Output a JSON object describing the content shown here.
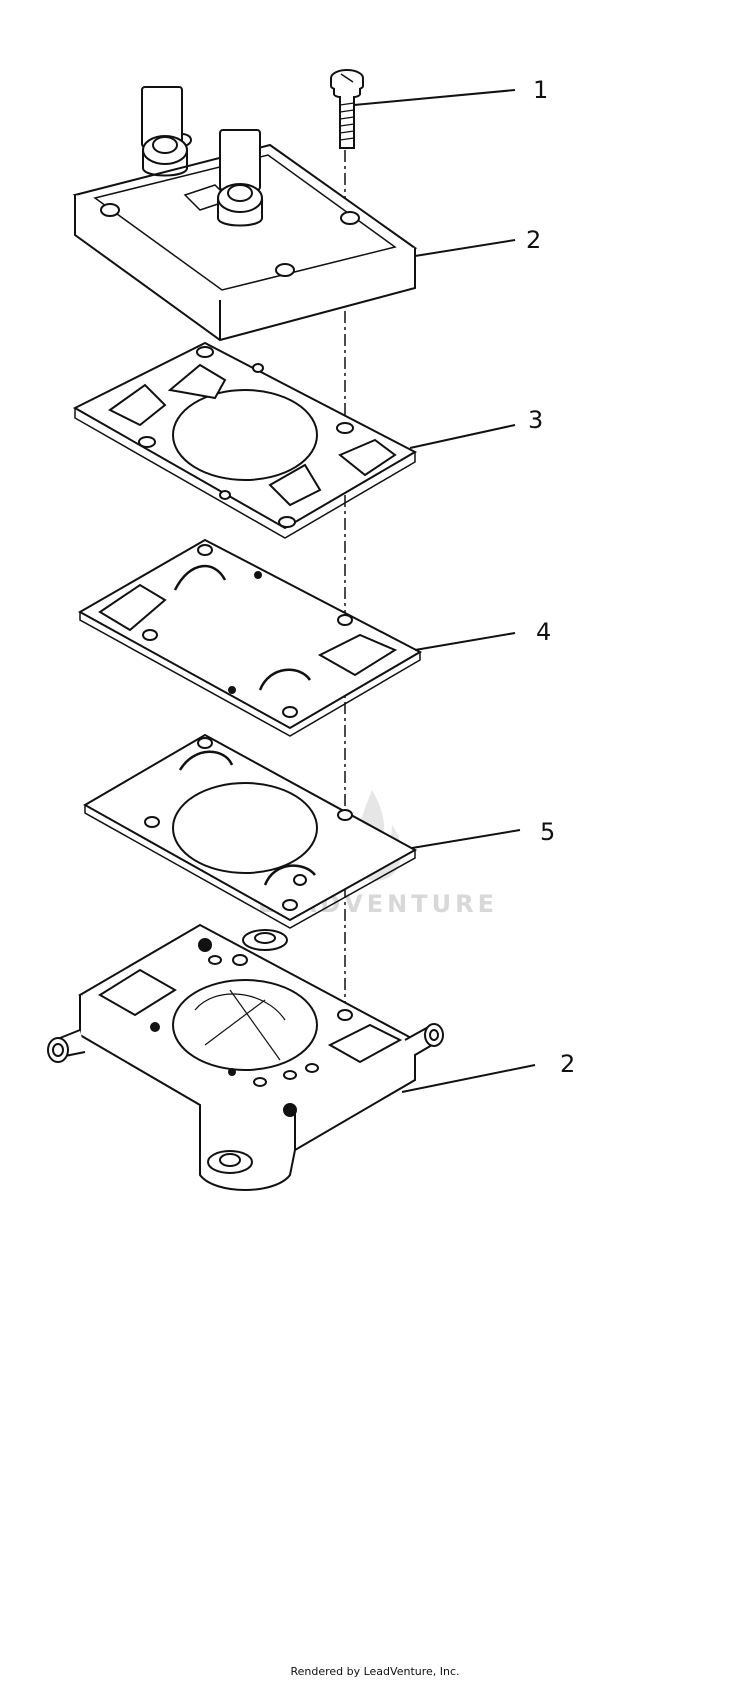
{
  "callouts": [
    {
      "id": "callout-1",
      "label": "1"
    },
    {
      "id": "callout-2-top",
      "label": "2"
    },
    {
      "id": "callout-3",
      "label": "3"
    },
    {
      "id": "callout-4",
      "label": "4"
    },
    {
      "id": "callout-5",
      "label": "5"
    },
    {
      "id": "callout-2-bottom",
      "label": "2"
    }
  ],
  "watermark": {
    "text": "LEADVENTURE"
  },
  "footer": {
    "text": "Rendered by LeadVenture, Inc."
  },
  "colors": {
    "line": "#111111",
    "watermark": "#d8d8d8",
    "background": "#ffffff"
  }
}
